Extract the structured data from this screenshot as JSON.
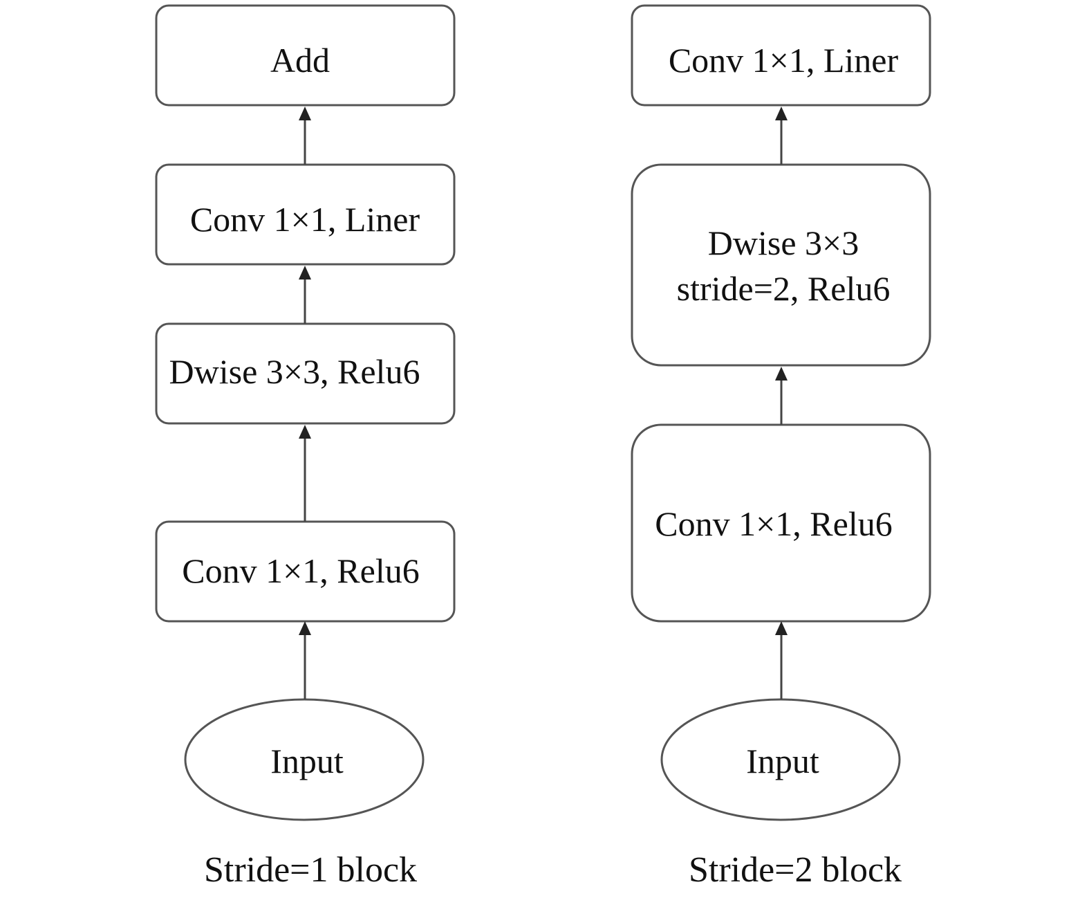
{
  "left_block": {
    "caption": "Stride=1 block",
    "nodes": {
      "add": "Add",
      "conv_liner": "Conv 1×1, Liner",
      "dwise": "Dwise 3×3, Relu6",
      "conv_relu": "Conv 1×1, Relu6",
      "input": "Input"
    }
  },
  "right_block": {
    "caption": "Stride=2 block",
    "nodes": {
      "conv_liner": "Conv 1×1, Liner",
      "dwise_line1": "Dwise 3×3",
      "dwise_line2": "stride=2, Relu6",
      "conv_relu": "Conv 1×1, Relu6",
      "input": "Input"
    }
  }
}
